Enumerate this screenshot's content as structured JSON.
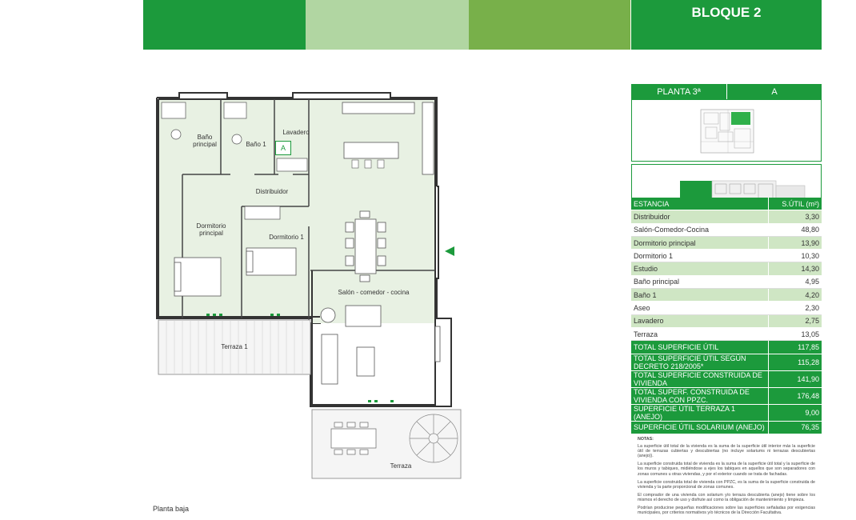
{
  "header": {
    "title": "BLOQUE 2",
    "planta_label": "PLANTA 3ª",
    "planta_value": "A"
  },
  "plan": {
    "caption": "Planta baja",
    "rooms": {
      "bano_principal": "Baño principal",
      "bano_1": "Baño 1",
      "lavadero": "Lavadero",
      "lavadero_badge": "A",
      "distribuidor": "Distribuidor",
      "dormitorio_principal": "Dormitorio principal",
      "dormitorio_1": "Dormitorio 1",
      "salon": "Salón - comedor - cocina",
      "terraza_1": "Terraza 1",
      "terraza": "Terraza"
    }
  },
  "table": {
    "head": {
      "estancia": "ESTANCIA",
      "sutil": "S.ÚTIL (m²)"
    },
    "rows": [
      {
        "name": "Distribuidor",
        "value": "3,30"
      },
      {
        "name": "Salón-Comedor-Cocina",
        "value": "48,80"
      },
      {
        "name": "Dormitorio principal",
        "value": "13,90"
      },
      {
        "name": "Dormitorio 1",
        "value": "10,30"
      },
      {
        "name": "Estudio",
        "value": "14,30"
      },
      {
        "name": "Baño principal",
        "value": "4,95"
      },
      {
        "name": "Baño 1",
        "value": "4,20"
      },
      {
        "name": "Aseo",
        "value": "2,30"
      },
      {
        "name": "Lavadero",
        "value": "2,75"
      },
      {
        "name": "Terraza",
        "value": "13,05"
      }
    ],
    "totals": [
      {
        "name": "TOTAL SUPERFICIE ÚTIL",
        "value": "117,85"
      },
      {
        "name": "TOTAL SUPERFICIE ÚTIL SEGÚN DECRETO 218/2005*",
        "value": "115,28"
      },
      {
        "name": "TOTAL SUPERFICIE CONSTRUIDA DE VIVIENDA",
        "value": "141,90"
      },
      {
        "name": "TOTAL SUPERF. CONSTRUIDA DE VIVIENDA CON PPZC.",
        "value": "176,48"
      },
      {
        "name": "SUPERFICIE ÚTIL TERRAZA 1 (ANEJO)",
        "value": "9,00"
      },
      {
        "name": "SUPERFICIE ÚTIL SOLARIUM (ANEJO)",
        "value": "76,35"
      }
    ]
  },
  "notes": {
    "title": "NOTAS:",
    "paragraphs": [
      "La superficie útil total de la vivienda es la suma de la superficie útil interior más la superficie útil de terrazas cubiertas y descubiertas (no incluye solariums ni terrazas descubiertas (anejo)).",
      "La superficie construida total de vivienda es la suma de la superficie útil total y la superficie de los muros y tabiques, midiéndose a ejes los tabiques en aquellos que son separadores con zonas comunes u otras viviendas, y por el exterior cuando se trata de fachadas.",
      "La superficie construida total de vivienda con PPZC, es la suma de la superficie construida de vivienda y la parte proporcional de zonas comunes.",
      "El comprador de una vivienda con solarium y/o terraza descubierta (anejo) tiene sobre los mismos el derecho de uso y disfrute así como la obligación de mantenimiento y limpieza.",
      "Podrían producirse pequeñas modificaciones sobre las superficies señaladas por exigencias municipales, por criterios normativos y/o técnicos de la Dirección Facultativa."
    ]
  },
  "colors": {
    "primary_green": "#1c9a3c",
    "light_green": "#b1d6a2",
    "mid_green": "#78b04a",
    "row_alt": "#cfe6c4",
    "plan_fill": "#e8f1e3"
  }
}
